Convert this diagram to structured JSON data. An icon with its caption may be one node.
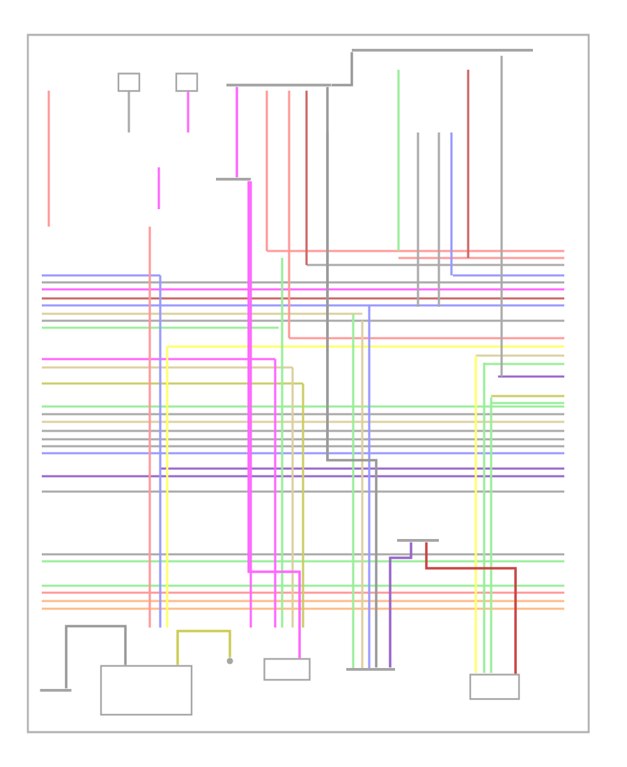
{
  "diagram": {
    "nodes": [
      {
        "text": [],
        "shape": "box"
      },
      {
        "text": [],
        "shape": "box"
      },
      {
        "text": [],
        "shape": "bar"
      },
      {
        "text": [],
        "shape": "bar"
      },
      {
        "text": [],
        "shape": "bar"
      },
      {
        "text": [],
        "shape": "bar"
      },
      {
        "text": [],
        "shape": "box"
      },
      {
        "text": [],
        "shape": "circle"
      },
      {
        "text": [],
        "shape": "box"
      },
      {
        "text": [],
        "shape": "bar"
      },
      {
        "text": [],
        "shape": "box"
      },
      {
        "text": [],
        "shape": "bar"
      }
    ],
    "edges": [
      {
        "from": 2,
        "to": 4,
        "arrow": "none",
        "color": "#ff66ff"
      },
      {
        "from": 4,
        "to": 8,
        "arrow": "none",
        "color": "#ff66ff"
      },
      {
        "from": 3,
        "to": 2,
        "arrow": "none"
      },
      {
        "from": 2,
        "to": 9,
        "arrow": "none"
      },
      {
        "from": 5,
        "to": 10,
        "arrow": "none",
        "color": "#cc4444"
      },
      {
        "from": 6,
        "to": 7,
        "arrow": "none",
        "color": "#cccc55"
      },
      {
        "from": 11,
        "to": 6,
        "arrow": "none"
      },
      {
        "from": 9,
        "to": 5,
        "arrow": "none",
        "color": "#9966cc"
      }
    ]
  }
}
